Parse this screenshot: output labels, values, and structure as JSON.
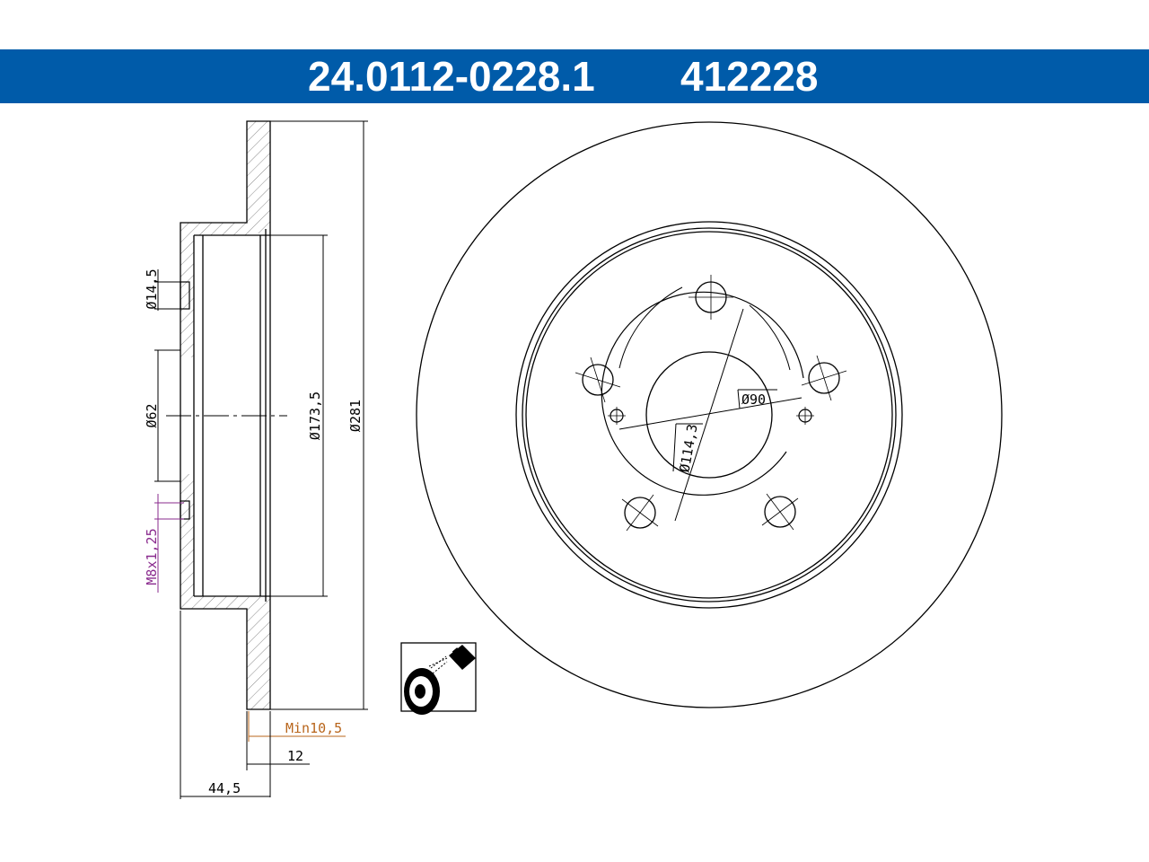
{
  "header": {
    "part_number": "24.0112-0228.1",
    "reference_number": "412228"
  },
  "colors": {
    "header_bar": "#005ba9",
    "thread_dimension": "#8a2b8e",
    "min_thickness_dimension": "#b8651b"
  },
  "side_view": {
    "dim_bolt_hole": "Ø14,5",
    "dim_center_bore": "Ø62",
    "dim_hat": "Ø173,5",
    "dim_outer": "Ø281",
    "thread": "M8x1,25",
    "min_thickness": "Min10,5",
    "thickness": "12",
    "height": "44,5"
  },
  "front_view": {
    "dim_pcd": "Ø114,3",
    "dim_inner": "Ø90"
  },
  "icons": {
    "coating": "spray-coating-icon"
  }
}
